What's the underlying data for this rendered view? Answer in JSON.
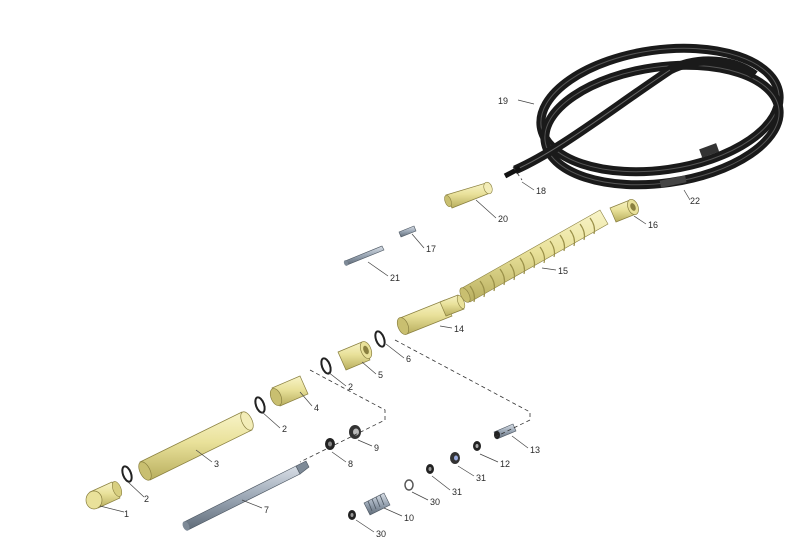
{
  "diagram": {
    "parts": [
      {
        "id": "p1",
        "label": "1"
      },
      {
        "id": "p2a",
        "label": "2"
      },
      {
        "id": "p2b",
        "label": "2"
      },
      {
        "id": "p2c",
        "label": "2"
      },
      {
        "id": "p3",
        "label": "3"
      },
      {
        "id": "p4",
        "label": "4"
      },
      {
        "id": "p5",
        "label": "5"
      },
      {
        "id": "p6",
        "label": "6"
      },
      {
        "id": "p7",
        "label": "7"
      },
      {
        "id": "p8",
        "label": "8"
      },
      {
        "id": "p9",
        "label": "9"
      },
      {
        "id": "p10",
        "label": "10"
      },
      {
        "id": "p12",
        "label": "12"
      },
      {
        "id": "p13",
        "label": "13"
      },
      {
        "id": "p14",
        "label": "14"
      },
      {
        "id": "p15",
        "label": "15"
      },
      {
        "id": "p16",
        "label": "16"
      },
      {
        "id": "p17",
        "label": "17"
      },
      {
        "id": "p18",
        "label": "18"
      },
      {
        "id": "p19",
        "label": "19"
      },
      {
        "id": "p20",
        "label": "20"
      },
      {
        "id": "p21",
        "label": "21"
      },
      {
        "id": "p22",
        "label": "22"
      },
      {
        "id": "p30a",
        "label": "30"
      },
      {
        "id": "p30b",
        "label": "30"
      },
      {
        "id": "p31a",
        "label": "31"
      },
      {
        "id": "p31b",
        "label": "31"
      }
    ],
    "colors": {
      "brass": "#e9e19a",
      "brass_dark": "#b8ae5e",
      "steel": "#9aa6b4",
      "steel_dark": "#5f6b78",
      "hose": "#1a1a1a",
      "rubber": "#222222"
    }
  }
}
